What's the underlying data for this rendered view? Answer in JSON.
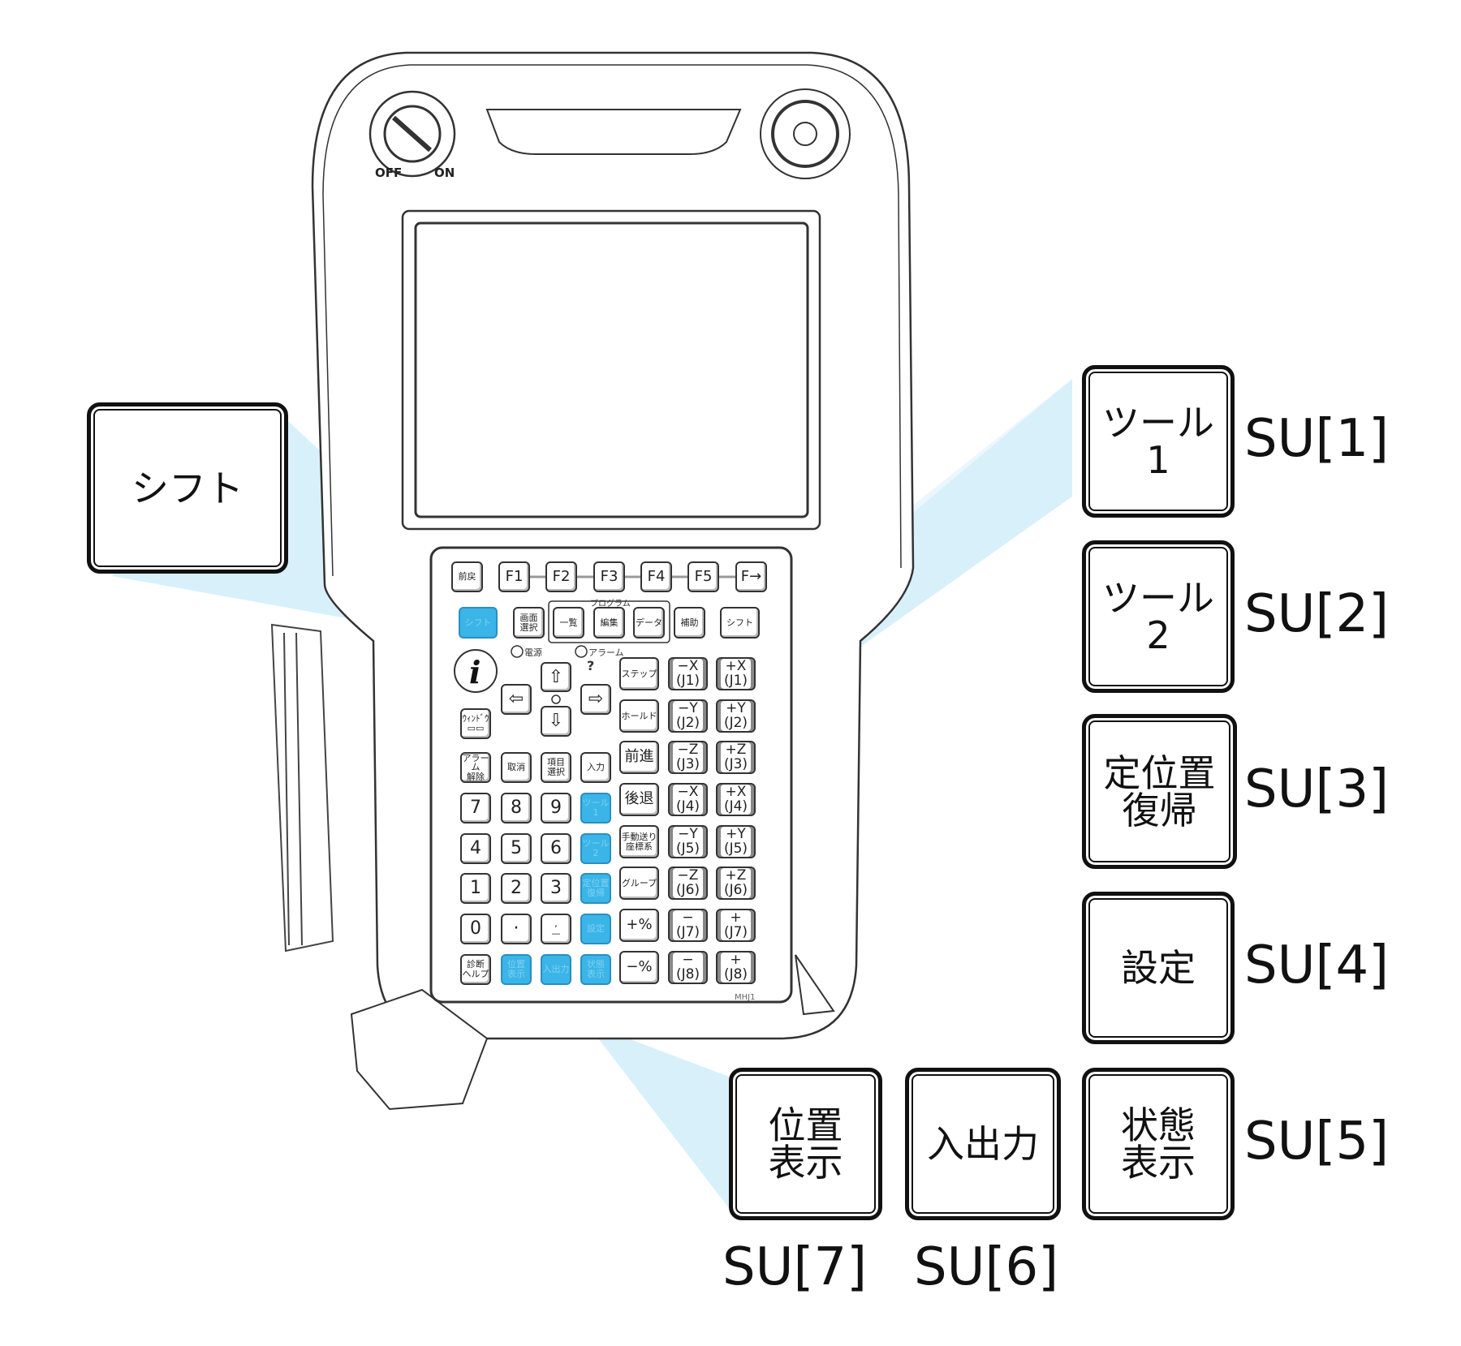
{
  "pendant": {
    "key_switch": {
      "off_label": "OFF",
      "on_label": "ON"
    },
    "model_label": "MHJ1",
    "program_group_label": "プログラム",
    "led_power_label": "電源",
    "led_alarm_label": "アラーム",
    "help_mark": "?",
    "info_key": "i",
    "accent_color": "#3bb5e8",
    "keys": {
      "prev": "前戻",
      "f1": "F1",
      "f2": "F2",
      "f3": "F3",
      "f4": "F4",
      "f5": "F5",
      "fnext": "F→",
      "shift_left": "シフト",
      "screen_select": "画面\n選択",
      "list": "一覧",
      "edit": "編集",
      "data": "データ",
      "aux": "補助",
      "shift_right": "シフト",
      "window": "ｳｨﾝﾄﾞｳ\n▭▭",
      "alarm_reset": "アラーム\n解除",
      "cancel": "取消",
      "item_select": "項目\n選択",
      "enter": "入力",
      "n7": "7",
      "n8": "8",
      "n9": "9",
      "tool1": "ツール\n1",
      "n4": "4",
      "n5": "5",
      "n6": "6",
      "tool2": "ツール\n2",
      "n1": "1",
      "n2": "2",
      "n3": "3",
      "home": "定位置\n復帰",
      "n0": "0",
      "dot": "·",
      "comma_minus": ",\n—",
      "setup": "設定",
      "diag_help": "診断\nヘルプ",
      "pos_display": "位置\n表示",
      "io": "入出力",
      "status_display": "状態\n表示",
      "step": "ステップ",
      "hold": "ホールド",
      "fwd": "前進",
      "bwd": "後退",
      "coord": "手動送り\n座標系",
      "group": "グループ",
      "speed_up": "+%",
      "speed_down": "−%",
      "mx": "−X\n(J1)",
      "px": "+X\n(J1)",
      "my": "−Y\n(J2)",
      "py": "+Y\n(J2)",
      "mz": "−Z\n(J3)",
      "pz": "+Z\n(J3)",
      "mrx": "−X\n(J4)",
      "prx": "+X\n(J4)",
      "mry": "−Y\n(J5)",
      "pry": "+Y\n(J5)",
      "mrz": "−Z\n(J6)",
      "prz": "+Z\n(J6)",
      "m7": "−\n(J7)",
      "p7": "+\n(J7)",
      "m8": "−\n(J8)",
      "p8": "+\n(J8)",
      "up": "⇧",
      "down": "⇩",
      "left": "⇦",
      "right": "⇨"
    }
  },
  "callouts": {
    "shift": "シフト",
    "su1": {
      "key": "ツール\n1",
      "label": "SU[1]"
    },
    "su2": {
      "key": "ツール\n2",
      "label": "SU[2]"
    },
    "su3": {
      "key": "定位置\n復帰",
      "label": "SU[3]"
    },
    "su4": {
      "key": "設定",
      "label": "SU[4]"
    },
    "su5": {
      "key": "状態\n表示",
      "label": "SU[5]"
    },
    "su6": {
      "key": "入出力",
      "label": "SU[6]"
    },
    "su7": {
      "key": "位置\n表示",
      "label": "SU[7]"
    }
  }
}
